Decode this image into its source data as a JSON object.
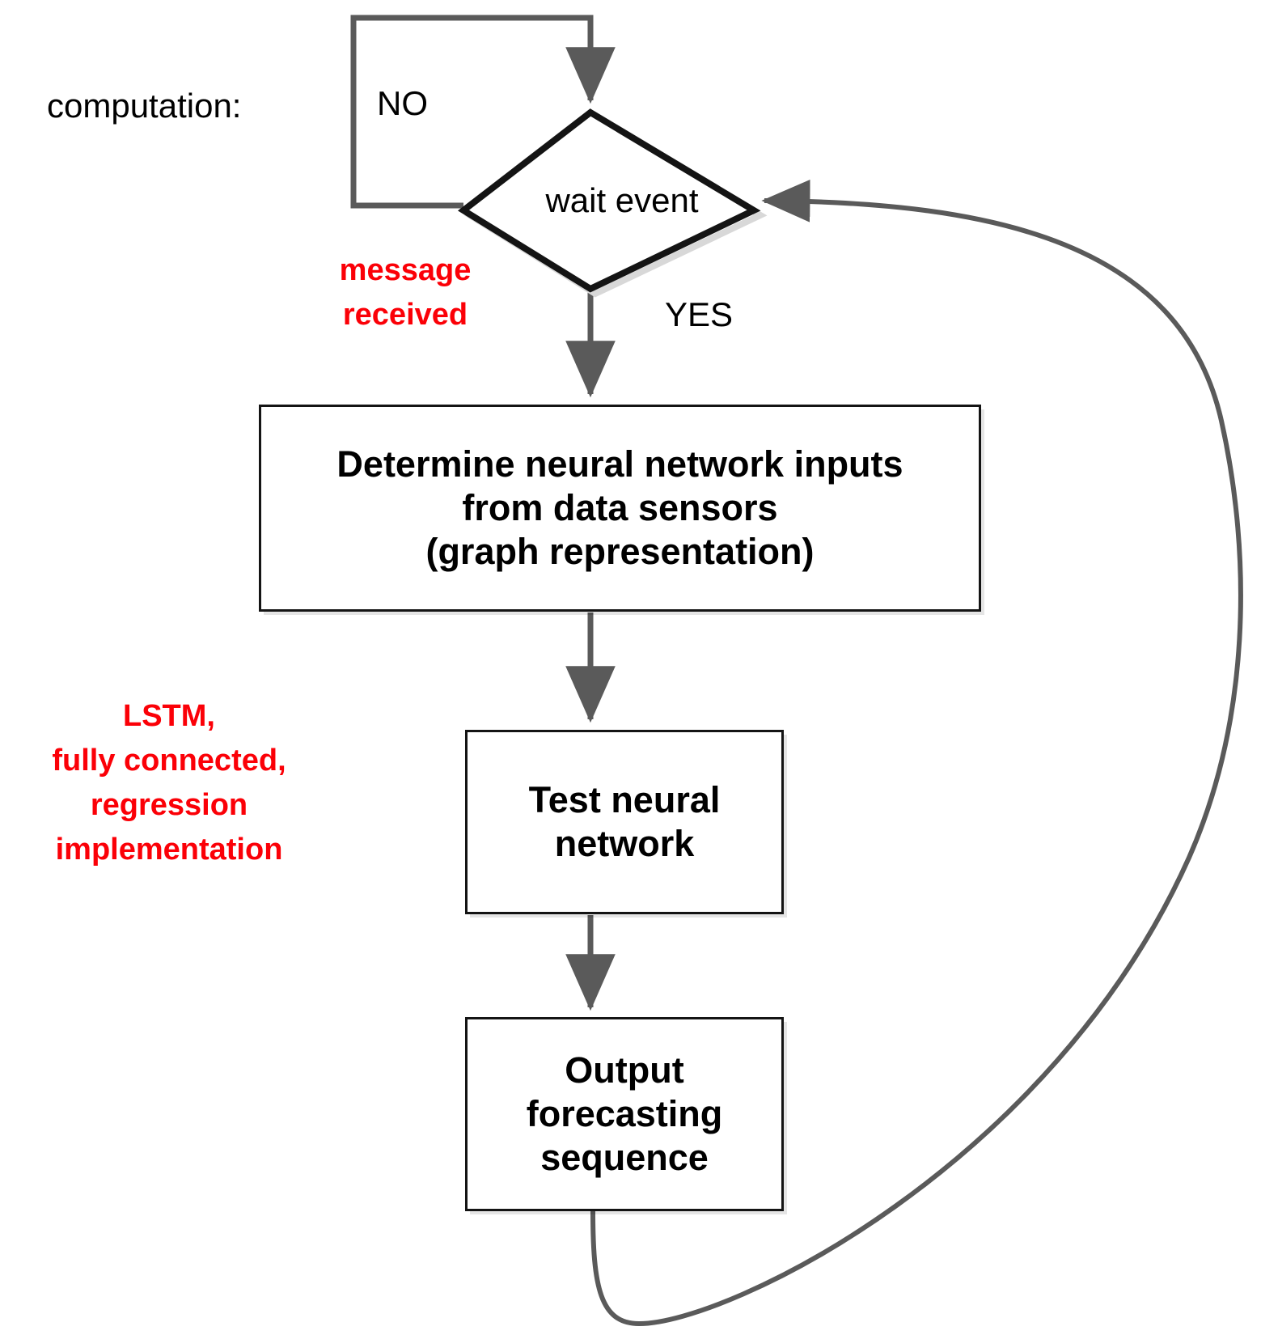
{
  "diagram": {
    "title": "computation flowchart",
    "labels": {
      "computation": "computation:",
      "no": "NO",
      "yes": "YES",
      "message_received": "message\nreceived",
      "lstm_note": "LSTM,\nfully connected,\nregression\nimplementation"
    },
    "nodes": {
      "decision": {
        "type": "decision",
        "text": "wait event"
      },
      "determine_inputs": {
        "type": "process",
        "text": "Determine neural network inputs\nfrom data sensors\n(graph representation)"
      },
      "test_network": {
        "type": "process",
        "text": "Test neural\nnetwork"
      },
      "output_sequence": {
        "type": "process",
        "text": "Output\nforecasting\nsequence"
      }
    },
    "edges": [
      {
        "name": "no-loop",
        "from": "decision-left",
        "to": "decision-top",
        "label": "NO"
      },
      {
        "name": "yes-branch",
        "from": "decision-bottom",
        "to": "determine_inputs",
        "label": "YES"
      },
      {
        "name": "inputs-to-test",
        "from": "determine_inputs",
        "to": "test_network",
        "label": ""
      },
      {
        "name": "test-to-output",
        "from": "test_network",
        "to": "output_sequence",
        "label": ""
      },
      {
        "name": "feedback-loop",
        "from": "output_sequence",
        "to": "decision-right",
        "label": ""
      }
    ],
    "colors": {
      "annotation_red": "#fb0007",
      "shape_outline": "#141414",
      "connector_gray": "#5a5a5a",
      "background": "#ffffff"
    }
  }
}
